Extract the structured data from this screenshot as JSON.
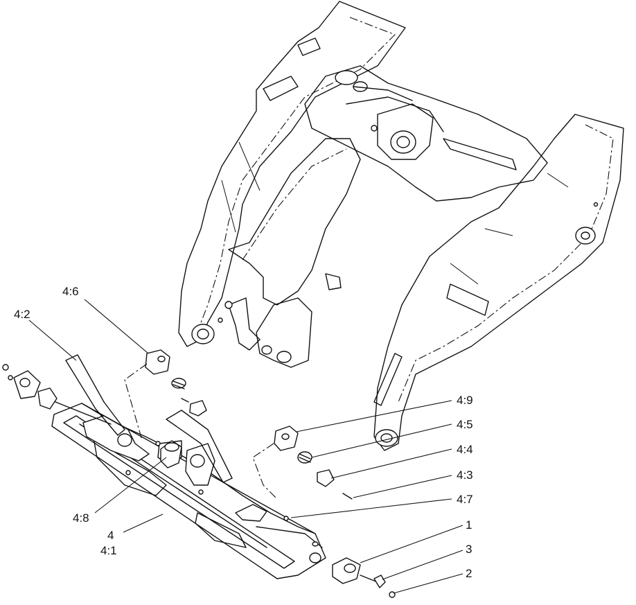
{
  "diagram": {
    "callouts": [
      {
        "id": "c-4-6",
        "text": "4:6"
      },
      {
        "id": "c-4-2",
        "text": "4:2"
      },
      {
        "id": "c-4-9",
        "text": "4:9"
      },
      {
        "id": "c-4-5",
        "text": "4:5"
      },
      {
        "id": "c-4-4",
        "text": "4:4"
      },
      {
        "id": "c-4-3",
        "text": "4:3"
      },
      {
        "id": "c-4-7",
        "text": "4:7"
      },
      {
        "id": "c-4-8",
        "text": "4:8"
      },
      {
        "id": "c-4",
        "text": "4"
      },
      {
        "id": "c-4-1",
        "text": "4:1"
      },
      {
        "id": "c-1",
        "text": "1"
      },
      {
        "id": "c-3",
        "text": "3"
      },
      {
        "id": "c-2",
        "text": "2"
      }
    ]
  }
}
